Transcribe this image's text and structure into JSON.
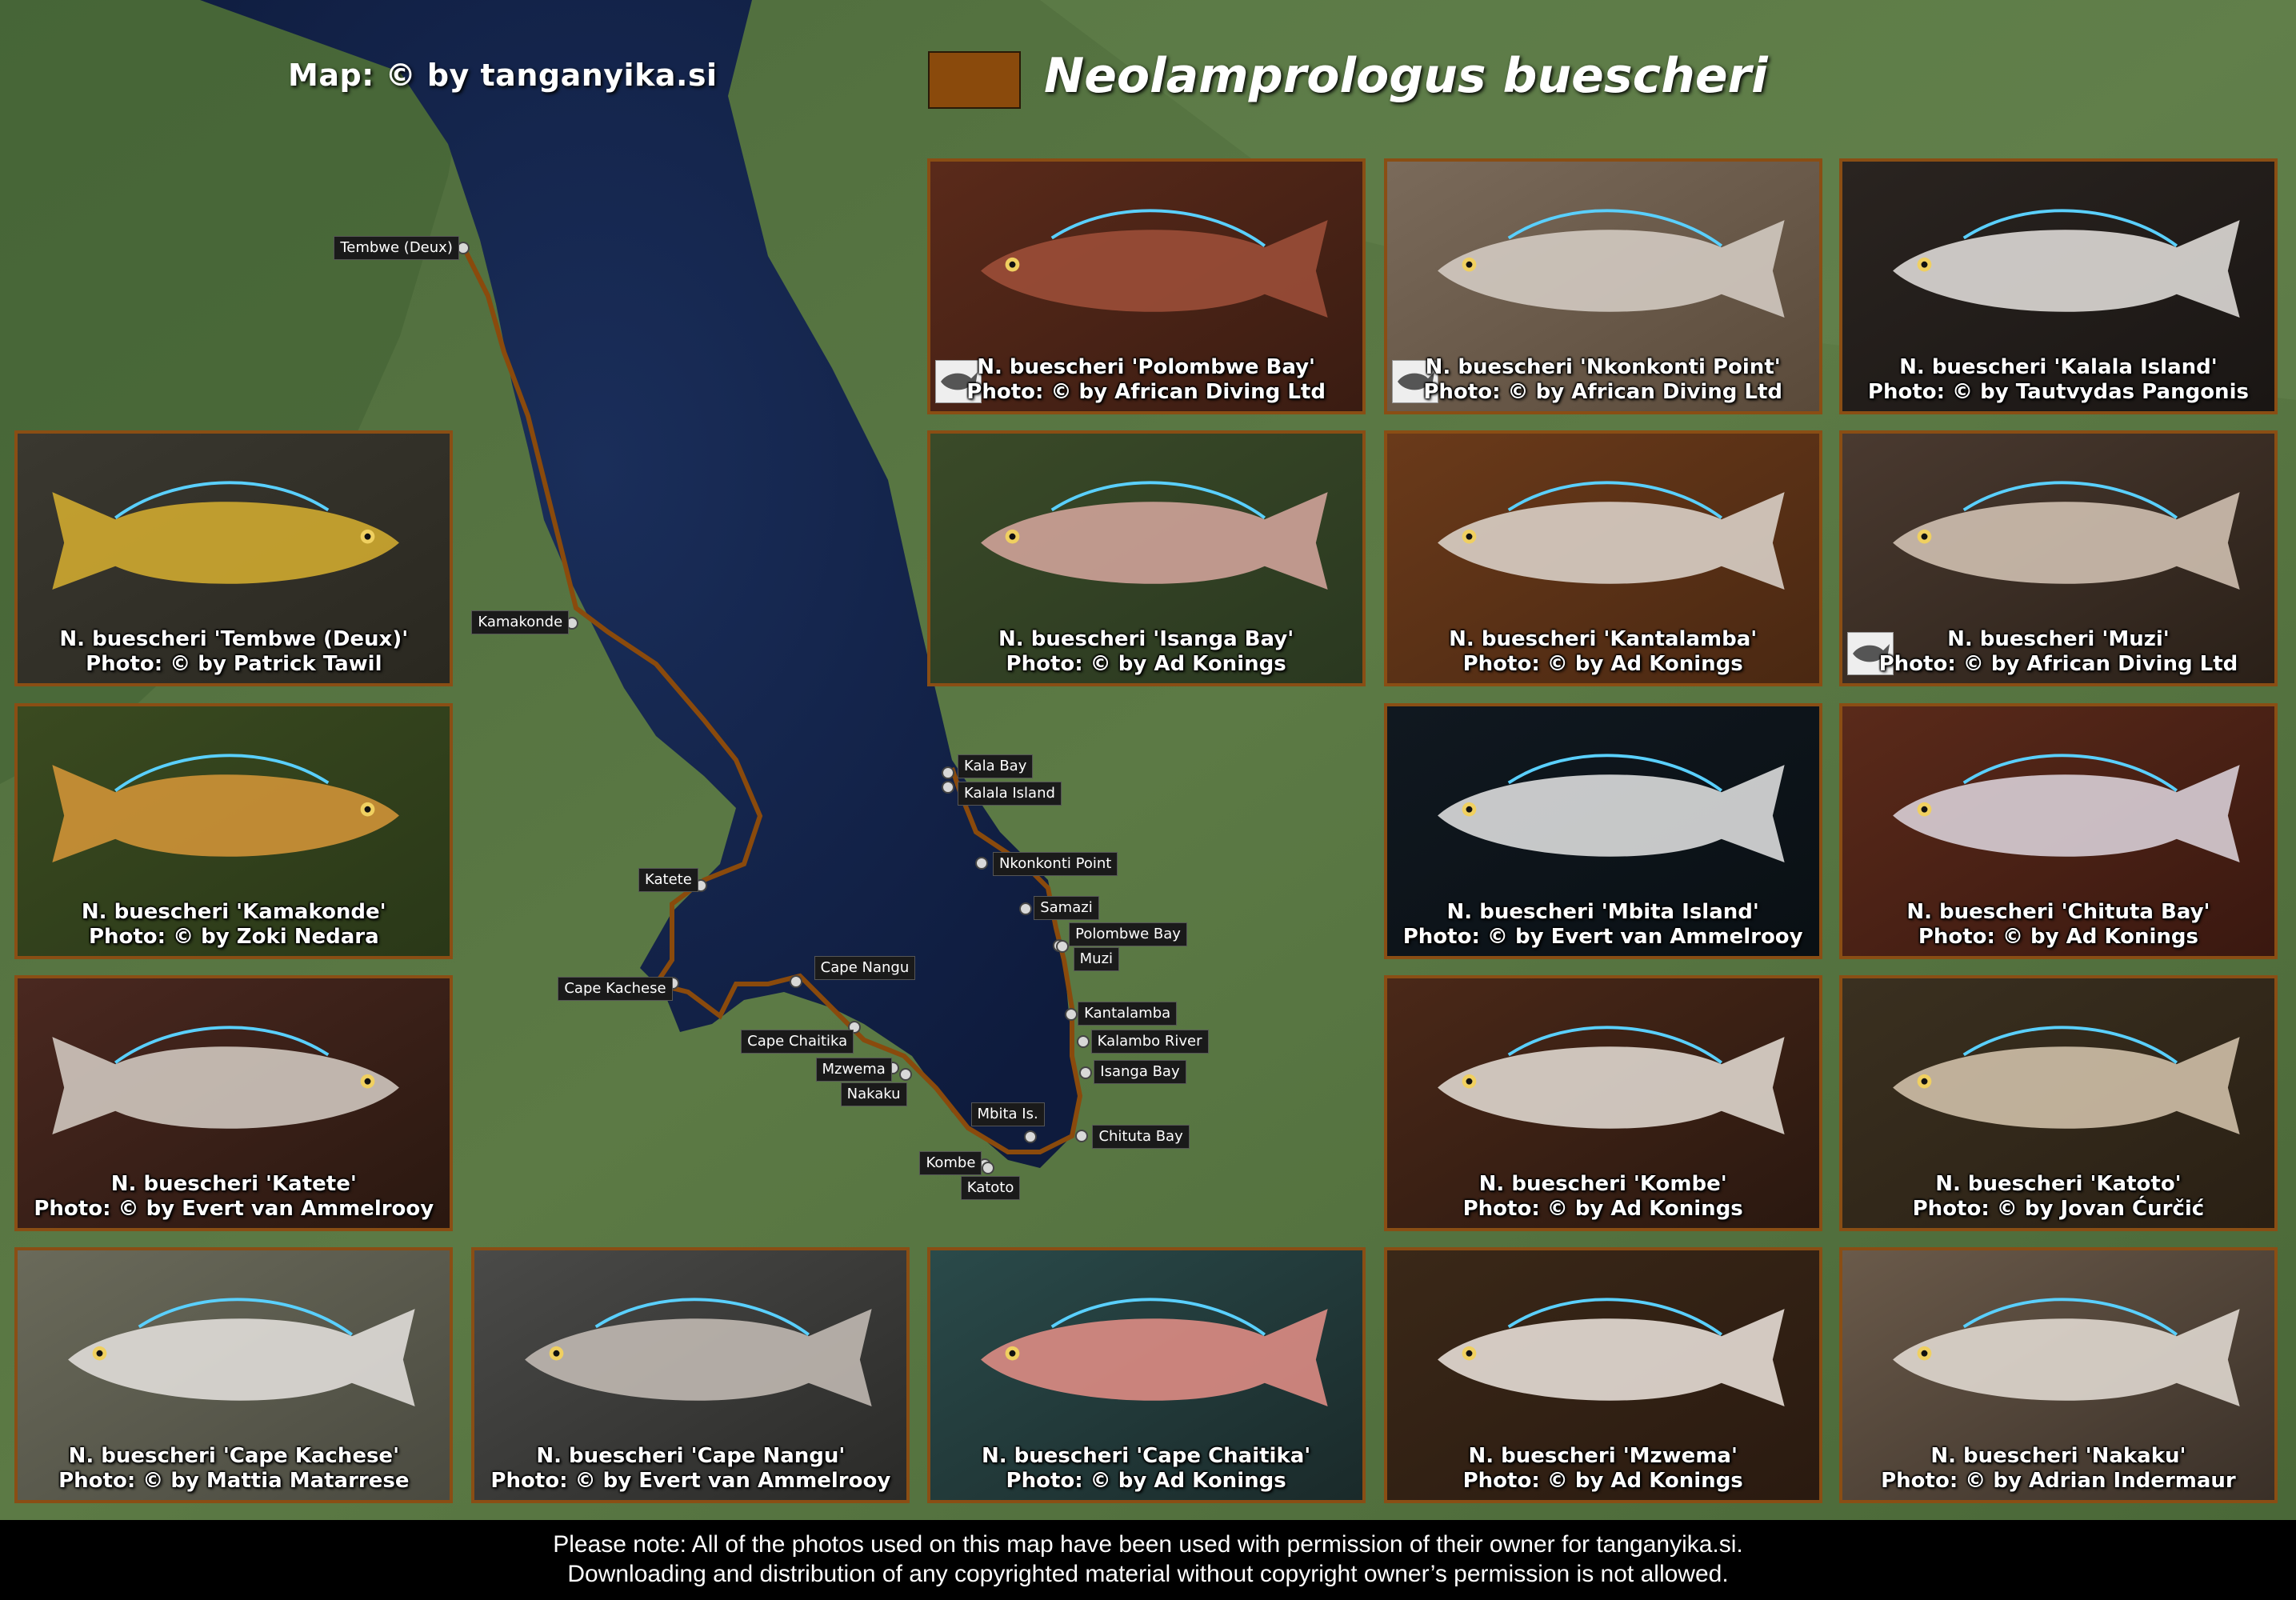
{
  "map_credit": "Map: © by tanganyika.si",
  "legend": {
    "species": "Neolamprologus buescheri",
    "color": "#8a4a0c"
  },
  "locations": [
    "Tembwe (Deux)",
    "Kamakonde",
    "Katete",
    "Cape Kachese",
    "Cape Chaitika",
    "Mzwema",
    "Nakaku",
    "Cape Nangu",
    "Kala Bay",
    "Kalala Island",
    "Nkonkonti Point",
    "Samazi",
    "Polombwe Bay",
    "Muzi",
    "Kantalamba",
    "Kalambo River",
    "Isanga Bay",
    "Chituta Bay",
    "Mbita Is.",
    "Kombe",
    "Katoto"
  ],
  "photos": [
    {
      "title": "N. buescheri 'Polombwe Bay'",
      "credit": "Photo: © by African Diving Ltd",
      "icon": "fish-thumbnail-icon"
    },
    {
      "title": "N. buescheri 'Nkonkonti Point'",
      "credit": "Photo: © by African Diving Ltd",
      "icon": "fish-thumbnail-icon"
    },
    {
      "title": "N. buescheri 'Kalala Island'",
      "credit": "Photo: © by Tautvydas Pangonis"
    },
    {
      "title": "N. buescheri 'Tembwe (Deux)'",
      "credit": "Photo: © by Patrick Tawil"
    },
    {
      "title": "N. buescheri 'Isanga Bay'",
      "credit": "Photo: © by Ad Konings"
    },
    {
      "title": "N. buescheri 'Kantalamba'",
      "credit": "Photo: © by Ad Konings"
    },
    {
      "title": "N. buescheri 'Muzi'",
      "credit": "Photo: © by African Diving Ltd",
      "icon": "fish-thumbnail-icon"
    },
    {
      "title": "N. buescheri 'Kamakonde'",
      "credit": "Photo: © by Zoki Nedara"
    },
    {
      "title": "N. buescheri 'Mbita Island'",
      "credit": "Photo: © by Evert van Ammelrooy"
    },
    {
      "title": "N. buescheri 'Chituta Bay'",
      "credit": "Photo: © by Ad Konings"
    },
    {
      "title": "N. buescheri 'Katete'",
      "credit": "Photo: © by Evert van Ammelrooy"
    },
    {
      "title": "N. buescheri 'Kombe'",
      "credit": "Photo: © by Ad Konings"
    },
    {
      "title": "N. buescheri 'Katoto'",
      "credit": "Photo: © by Jovan Ćurčić"
    },
    {
      "title": "N. buescheri 'Cape Kachese'",
      "credit": "Photo: © by Mattia Matarrese"
    },
    {
      "title": "N. buescheri 'Cape Nangu'",
      "credit": "Photo: © by Evert van Ammelrooy"
    },
    {
      "title": "N. buescheri 'Cape Chaitika'",
      "credit": "Photo: © by Ad Konings"
    },
    {
      "title": "N. buescheri 'Mzwema'",
      "credit": "Photo: © by Ad Konings"
    },
    {
      "title": "N. buescheri 'Nakaku'",
      "credit": "Photo: © by Adrian Indermaur"
    }
  ],
  "footer": {
    "line1": "Please note: All of the photos used on this map have been used with permission of their owner for tanganyika.si.",
    "line2": "Downloading and distribution of any copyrighted material without copyright owner’s permission is not allowed."
  }
}
